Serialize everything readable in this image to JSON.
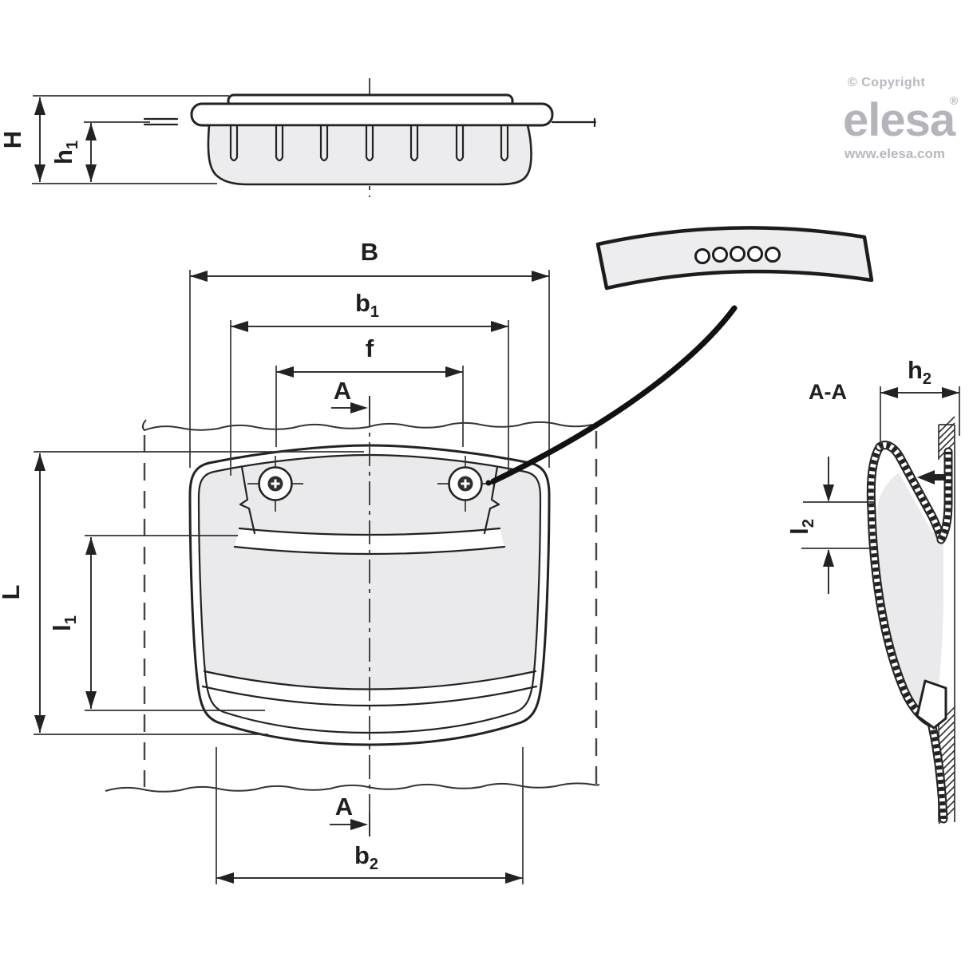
{
  "branding": {
    "copyright": "© Copyright",
    "logo_text": "elesa",
    "registered_mark": "®",
    "website": "www.elesa.com"
  },
  "drawing": {
    "dimension_labels": {
      "H": {
        "base": "H",
        "sub": ""
      },
      "h1": {
        "base": "h",
        "sub": "1"
      },
      "B": {
        "base": "B",
        "sub": ""
      },
      "b1": {
        "base": "b",
        "sub": "1"
      },
      "f": {
        "base": "f",
        "sub": ""
      },
      "A_top": {
        "base": "A",
        "sub": ""
      },
      "A_bottom": {
        "base": "A",
        "sub": ""
      },
      "b2": {
        "base": "b",
        "sub": "2"
      },
      "L": {
        "base": "L",
        "sub": ""
      },
      "l1": {
        "base": "l",
        "sub": "1"
      },
      "section_label": {
        "base": "A-A",
        "sub": ""
      },
      "h2": {
        "base": "h",
        "sub": "2"
      },
      "l2": {
        "base": "l",
        "sub": "2"
      }
    },
    "detail_view": {
      "hole_count": 5
    },
    "colors": {
      "line": "#222222",
      "dim_line": "#333333",
      "fill_light": "#eaeaec",
      "logo_gray": "#b4b4bc",
      "leader": "#111111"
    }
  }
}
